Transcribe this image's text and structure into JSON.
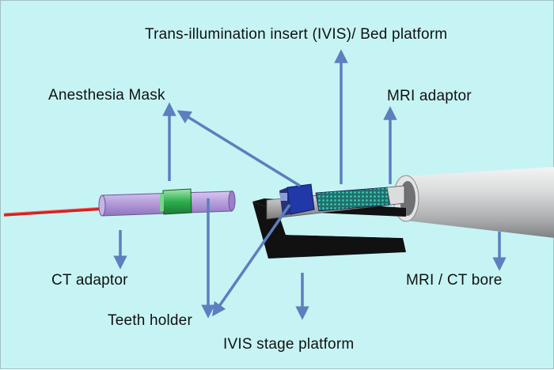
{
  "labels": {
    "trans_illumination": "Trans-illumination insert (IVIS)/ Bed platform",
    "anesthesia_mask": "Anesthesia Mask",
    "mri_adaptor": "MRI adaptor",
    "ct_adaptor": "CT adaptor",
    "mri_ct_bore": "MRI / CT bore",
    "teeth_holder": "Teeth holder",
    "ivis_stage_platform": "IVIS stage platform"
  },
  "colors": {
    "background": "#c6f4f4",
    "arrow": "#5b7fbf",
    "ct_tube": "#b39ad8",
    "mask": "#2fae4e",
    "gas_line": "#d42020",
    "mask_block": "#2038a8",
    "bed_grid": "#1f8f86",
    "stage": "#111111",
    "bore": "#c9cbcc"
  }
}
